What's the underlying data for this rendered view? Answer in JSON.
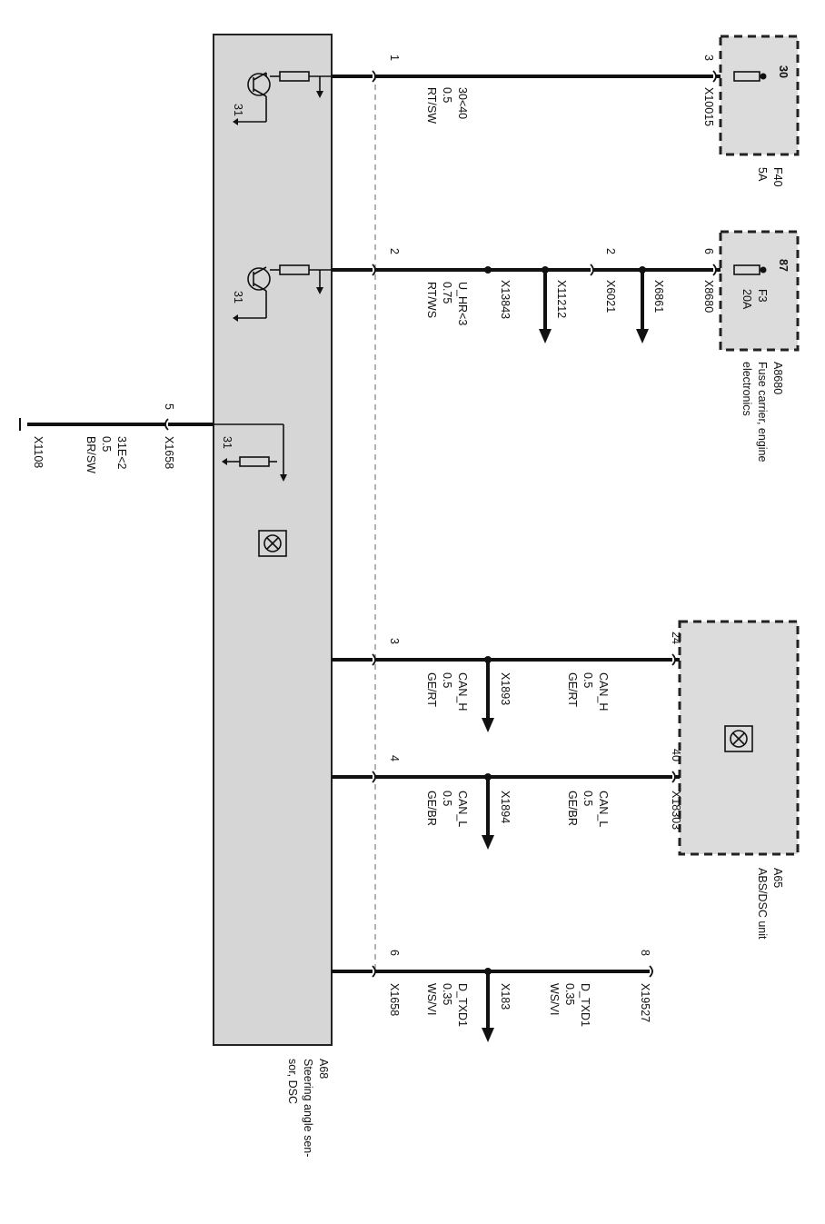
{
  "components": {
    "a68": {
      "code": "A68",
      "name_line1": "Steering angle sen-",
      "name_line2": "sor, DSC"
    },
    "a65": {
      "code": "A65",
      "name": "ABS/DSC unit"
    },
    "a8680": {
      "code": "A8680",
      "name_line1": "Fuse carrier, engine",
      "name_line2": "electronics"
    },
    "f40": {
      "code": "F40",
      "rating": "5A",
      "pin": "30"
    },
    "f3": {
      "code": "F3",
      "rating": "20A",
      "pin": "87"
    }
  },
  "wires": [
    {
      "id": "w1",
      "pin_a68": "1",
      "signal": "30<40",
      "gauge": "0.5",
      "color": "RT/SW",
      "far_pin": "3",
      "far_connector": "X10015"
    },
    {
      "id": "w2",
      "pin_a68": "2",
      "signal": "U_HR<3",
      "gauge": "0.75",
      "color": "RT/WS",
      "far_pin": "6",
      "far_connector": "X8680",
      "mid_pin": "2",
      "connectors": [
        "X13843",
        "X11212",
        "X6021",
        "X6861"
      ]
    },
    {
      "id": "w5",
      "pin_a68": "5",
      "signal": "31E<2",
      "gauge": "0.5",
      "color": "BR/SW",
      "connector": "X1658",
      "ground": "X1108"
    },
    {
      "id": "w3",
      "pin_a68": "3",
      "signal": "CAN_H",
      "gauge": "0.5",
      "color": "GE/RT",
      "far_pin": "24",
      "splice": "X1893",
      "far_signal": "CAN_H",
      "far_gauge": "0.5",
      "far_color": "GE/RT"
    },
    {
      "id": "w4",
      "pin_a68": "4",
      "signal": "CAN_L",
      "gauge": "0.5",
      "color": "GE/BR",
      "far_pin": "40",
      "splice": "X1894",
      "far_connector": "X18303",
      "far_signal": "CAN_L",
      "far_gauge": "0.5",
      "far_color": "GE/BR"
    },
    {
      "id": "w6",
      "pin_a68": "6",
      "signal": "D_TXD1",
      "gauge": "0.35",
      "color": "WS/VI",
      "near_connector": "X1658",
      "far_pin": "8",
      "far_connector": "X19527",
      "splice": "X183",
      "far_signal": "D_TXD1",
      "far_gauge": "0.35",
      "far_color": "WS/VI"
    }
  ],
  "internal": {
    "ground_label": "31"
  }
}
